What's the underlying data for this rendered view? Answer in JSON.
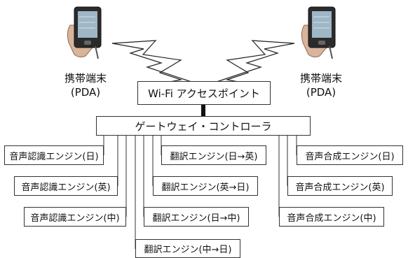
{
  "pda_left": {
    "name": "携帯端末",
    "sub": "(PDA)"
  },
  "pda_right": {
    "name": "携帯端末",
    "sub": "(PDA)"
  },
  "access_point": "Wi-Fi アクセスポイント",
  "gateway": "ゲートウェイ・コントローラ",
  "speech_recognition": [
    "音声認識エンジン(日)",
    "音声認識エンジン(英)",
    "音声認識エンジン(中)"
  ],
  "translation": [
    "翻訳エンジン(日→英)",
    "翻訳エンジン(英→日)",
    "翻訳エンジン(日→中)",
    "翻訳エンジン(中→日)"
  ],
  "speech_synthesis": [
    "音声合成エンジン(日)",
    "音声合成エンジン(英)",
    "音声合成エンジン(中)"
  ]
}
